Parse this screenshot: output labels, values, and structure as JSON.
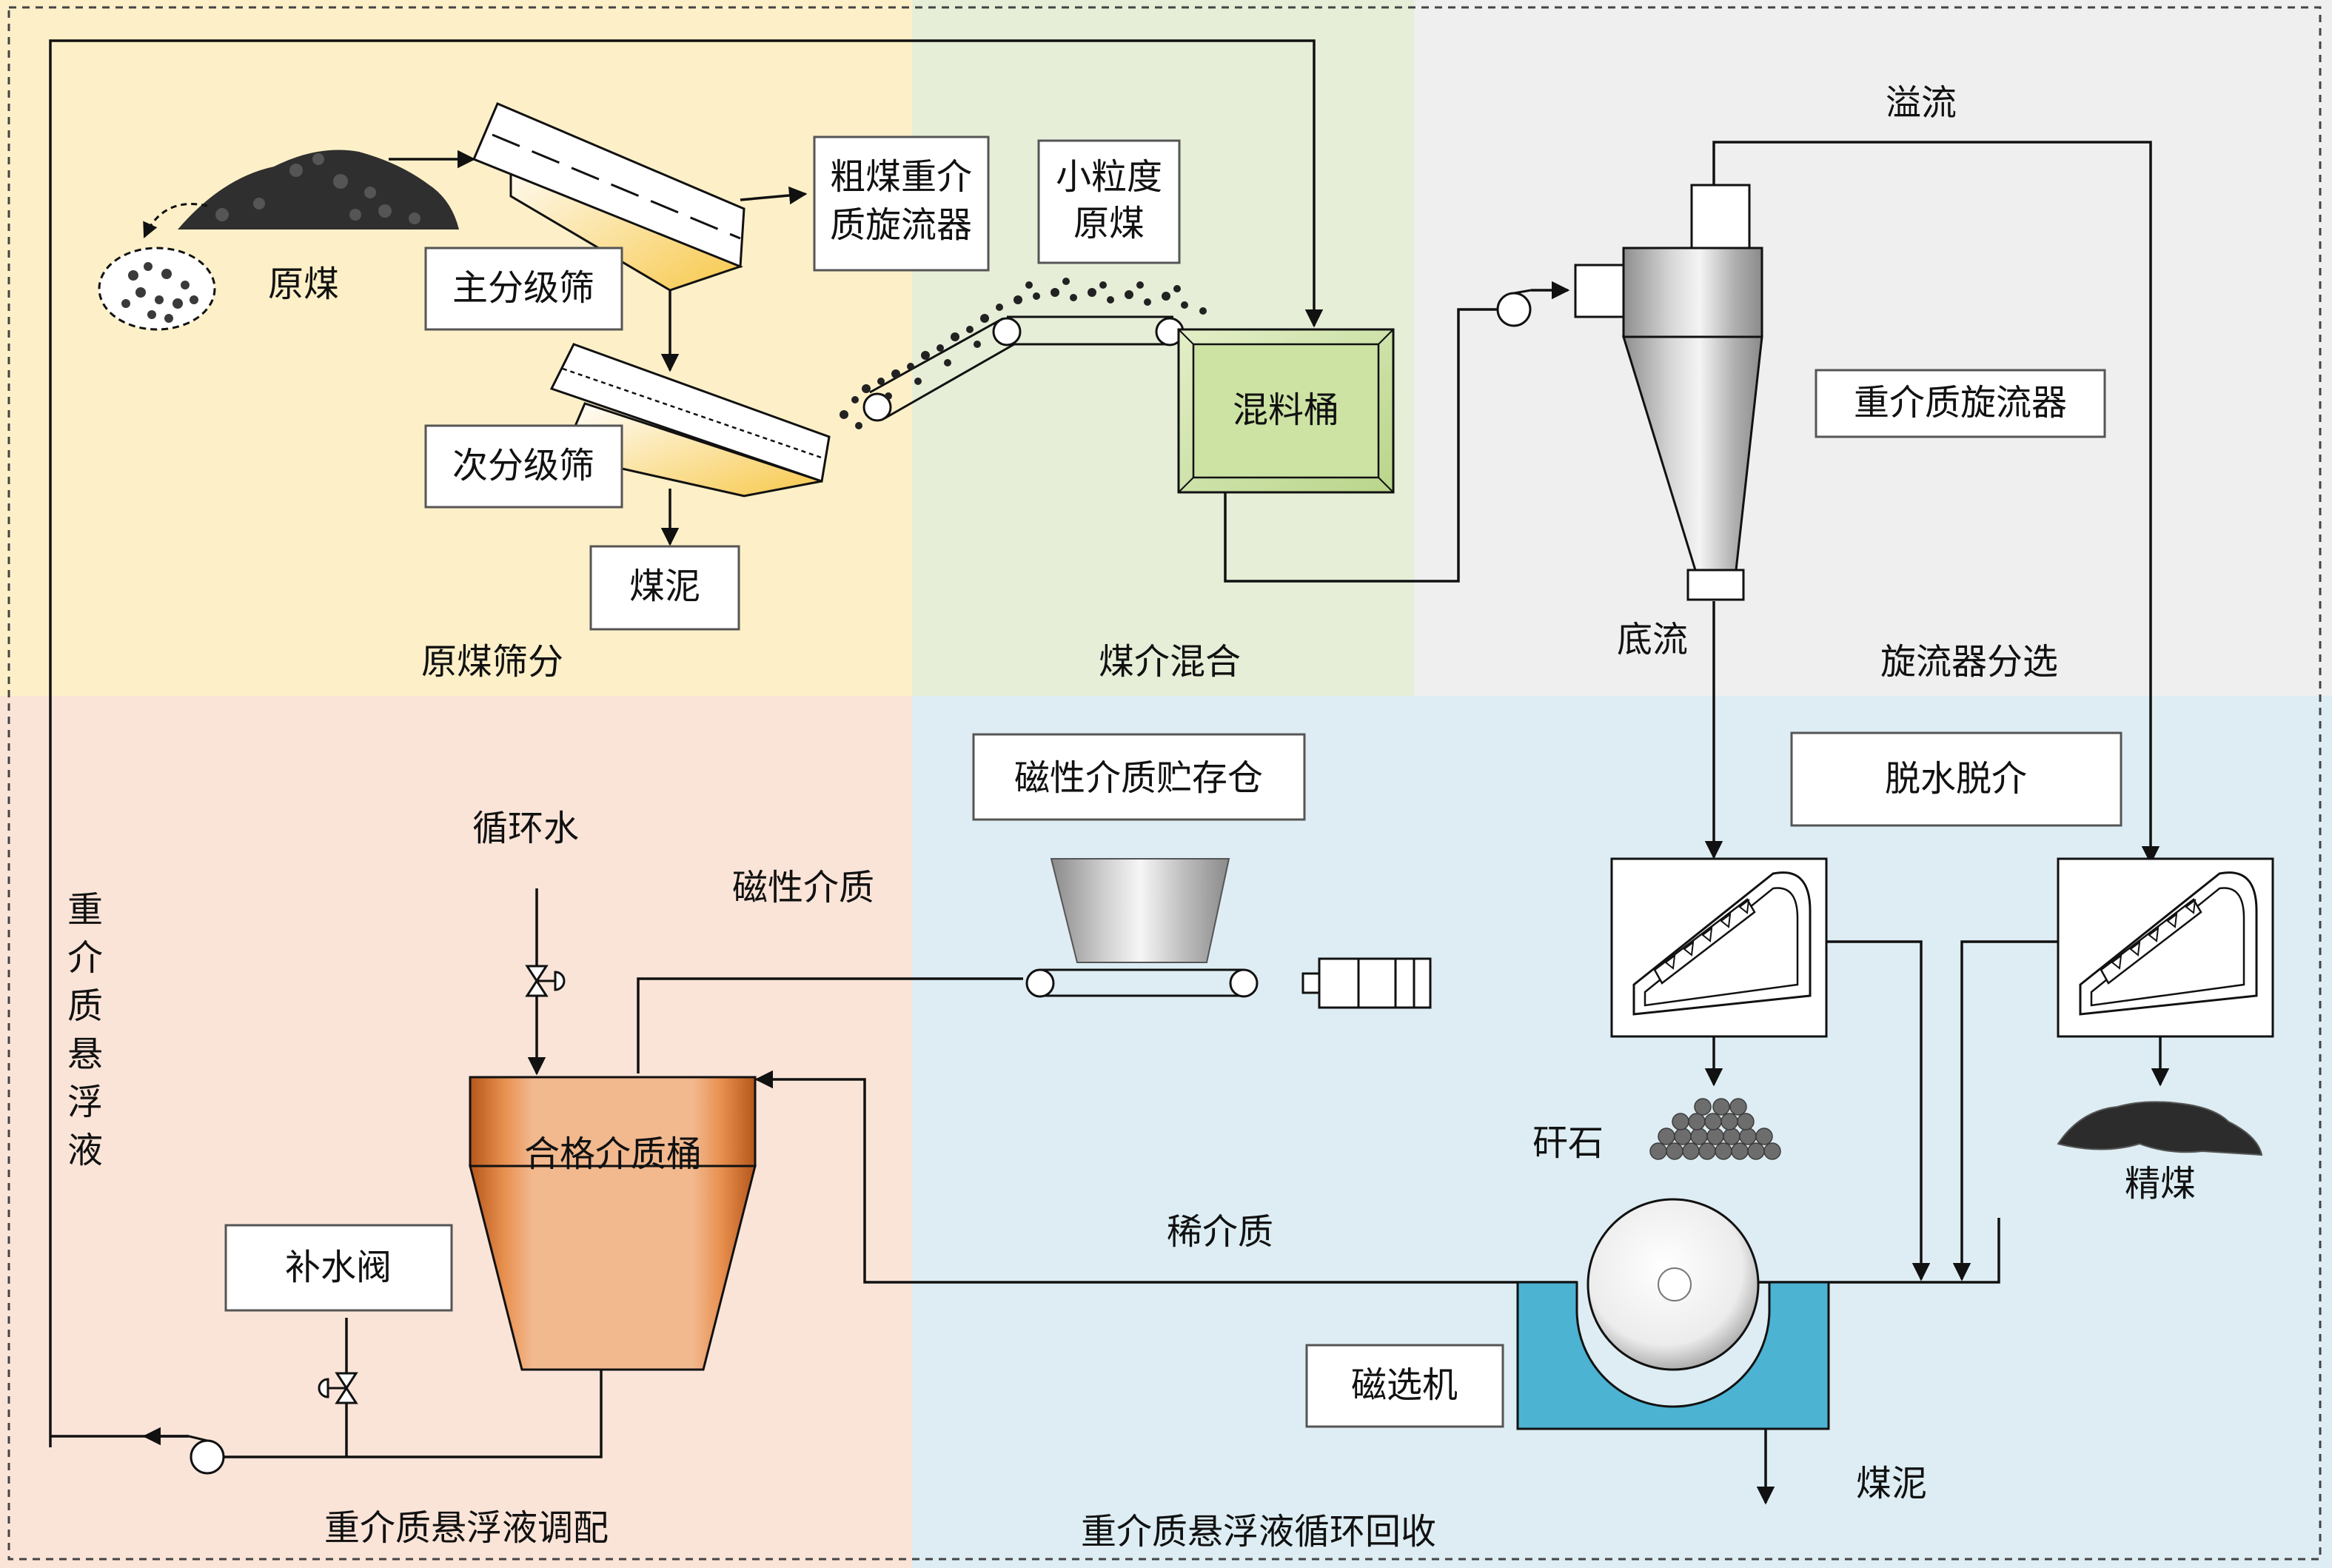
{
  "colors": {
    "screening": "#fdf0c8",
    "mixing": "#e6eed8",
    "cyclone_zone": "#efefef",
    "preparation": "#fae4d8",
    "recovery": "#ddedf3",
    "mix_barrel": "#cde3a4",
    "medium_barrel": "#c8631b",
    "magnetic_tank": "#4cb3d3"
  },
  "zones": {
    "screening": "原煤筛分",
    "mixing": "煤介混合",
    "separation": "旋流器分选",
    "preparation": "重介质悬浮液调配",
    "recovery": "重介质悬浮液循环回收"
  },
  "labels": {
    "raw_coal": "原煤",
    "main_screen": "主分级筛",
    "coarse_cyclone_line1": "粗煤重介",
    "coarse_cyclone_line2": "质旋流器",
    "secondary_screen": "次分级筛",
    "slime_top": "煤泥",
    "small_coal_line1": "小粒度",
    "small_coal_line2": "原煤",
    "mix_barrel": "混料桶",
    "overflow": "溢流",
    "dense_cyclone": "重介质旋流器",
    "underflow": "底流",
    "dewater": "脱水脱介",
    "gangue": "矸石",
    "clean_coal": "精煤",
    "magnetic_storage": "磁性介质贮存仓",
    "magnetic_medium": "磁性介质",
    "circulating_water": "循环水",
    "qualified_barrel": "合格介质桶",
    "makeup_valve": "补水阀",
    "dilute_medium": "稀介质",
    "magnetic_separator": "磁选机",
    "slime_bottom": "煤泥",
    "suspension": [
      "重",
      "介",
      "质",
      "悬",
      "浮",
      "液"
    ]
  }
}
